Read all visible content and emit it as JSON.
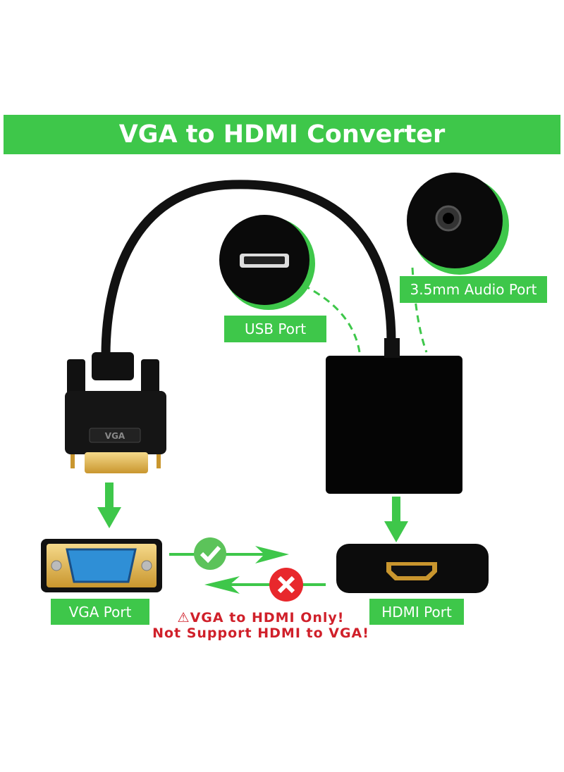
{
  "title": "VGA to HDMI Converter",
  "labels": {
    "usb_port": "USB Port",
    "audio_port": "3.5mm Audio Port",
    "vga_port": "VGA Port",
    "hdmi_port": "HDMI Port",
    "vga_connector_text": "VGA"
  },
  "warning": {
    "icon": "warning-triangle-icon",
    "line1": "VGA to HDMI Only!",
    "line2": "Not Support HDMI to VGA!"
  },
  "colors": {
    "brand_green": "#3ec74a",
    "warning_red": "#d0202a",
    "check_green": "#5cc35a",
    "cross_red": "#e8282c"
  }
}
